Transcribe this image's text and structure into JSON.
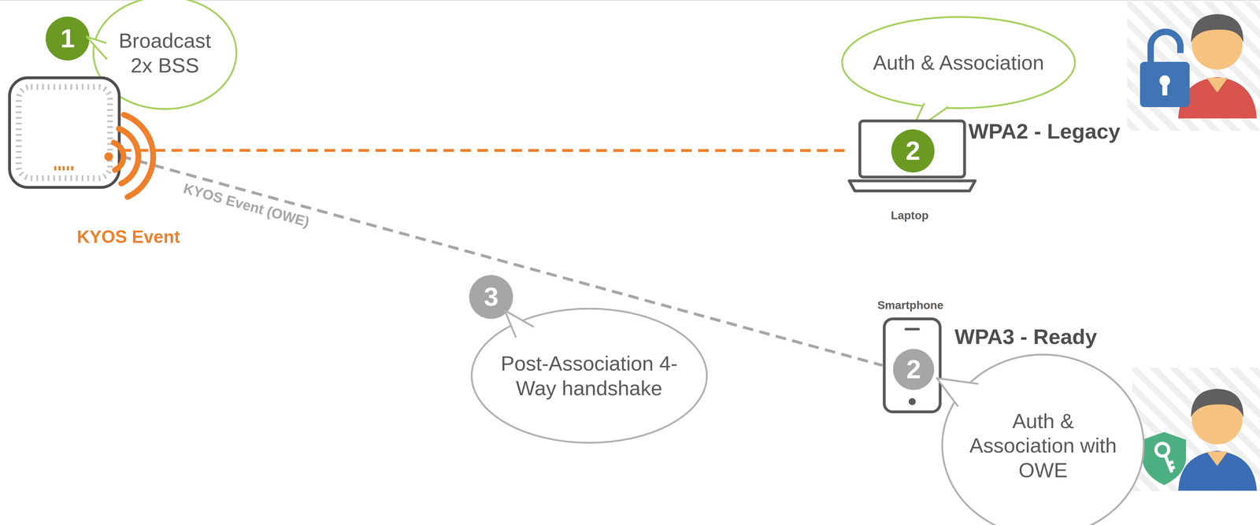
{
  "diagram": {
    "nodes": [
      {
        "text": [
          "1"
        ]
      },
      {
        "text": [
          "Broadcast 2x BSS"
        ]
      },
      {
        "text": [
          "KYOS Event"
        ]
      },
      {
        "text": [
          "Auth & Association"
        ]
      },
      {
        "text": [
          "Laptop"
        ]
      },
      {
        "text": [
          "2"
        ],
        "in": 4
      },
      {
        "text": [
          "3"
        ]
      },
      {
        "text": [
          "Post-Association 4-Way handshake"
        ]
      },
      {
        "text": [
          "Smartphone"
        ]
      },
      {
        "text": [
          "2"
        ],
        "in": 8
      },
      {
        "text": [
          "Auth & Association with OWE"
        ]
      }
    ],
    "edges": [
      {
        "from": 2,
        "to": 4,
        "arrow": "none"
      },
      {
        "from": 2,
        "to": 8,
        "label": "KYOS Event (OWE)",
        "arrow": "none"
      }
    ],
    "labels": [
      "WPA2 - Legacy",
      "WPA3 - Ready"
    ]
  }
}
